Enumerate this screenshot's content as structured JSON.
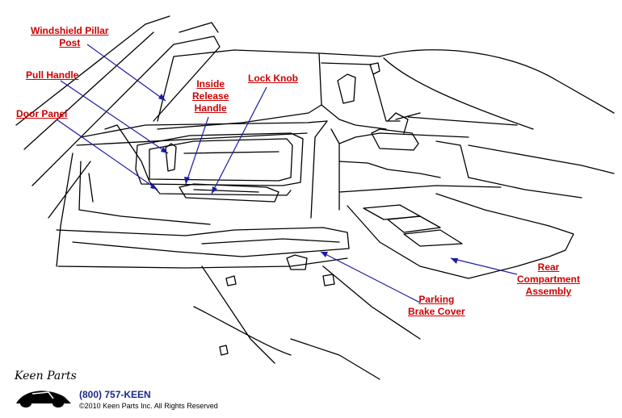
{
  "labels": {
    "windshield_pillar": [
      "Windshield Pillar",
      "Post"
    ],
    "pull_handle": "Pull Handle",
    "door_panel": "Door Panel",
    "inside_release": [
      "Inside",
      "Release",
      "Handle"
    ],
    "lock_knob": "Lock Knob",
    "rear_compartment": [
      "Rear",
      "Compartment",
      "Assembly"
    ],
    "parking_brake": [
      "Parking",
      "Brake Cover"
    ]
  },
  "footer": {
    "logo_text": "Keen Parts",
    "phone": "(800) 757-KEEN",
    "copyright": "©2010 Keen Parts Inc. All Rights Reserved"
  },
  "colors": {
    "label": "#cc0000",
    "leader": "#1a1aa6",
    "line_art": "#000000"
  }
}
